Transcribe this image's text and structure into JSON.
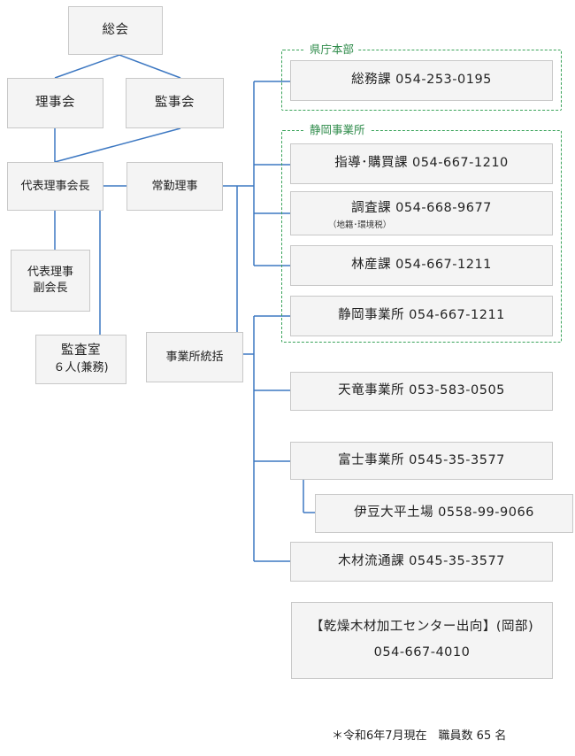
{
  "nodes": {
    "general_meeting": "総会",
    "board_directors": "理事会",
    "board_auditors": "監事会",
    "representative_chair": "代表理事会長",
    "standing_director": "常勤理事",
    "vice_chair_line1": "代表理事",
    "vice_chair_line2": "副会長",
    "audit_office": "監査室",
    "audit_office_staff": "６人(兼務)",
    "office_supervisor": "事業所統括"
  },
  "groups": {
    "hq": "県庁本部",
    "shizuoka": "静岡事業所"
  },
  "units": {
    "general_affairs": "総務課 054-253-0195",
    "guidance_purchasing": "指導･購買課 054-667-1210",
    "survey": "調査課 054-668-9677",
    "survey_note": "（地籍･環境税）",
    "forestry": "林産課 054-667-1211",
    "shizuoka_office": "静岡事業所 054-667-1211",
    "tenryu_office": "天竜事業所 053-583-0505",
    "fuji_office": "富士事業所 0545-35-3577",
    "izu_site": "伊豆大平土場 0558-99-9066",
    "timber_distribution": "木材流通課 0545-35-3577",
    "dispatch_line1": "【乾燥木材加工センター出向】(岡部)",
    "dispatch_line2": "054-667-4010"
  },
  "footer": "＊令和6年7月現在　職員数 65 名",
  "colors": {
    "line": "#3d78c2",
    "group_border": "#3aa35a",
    "group_label": "#2e8b4a"
  }
}
